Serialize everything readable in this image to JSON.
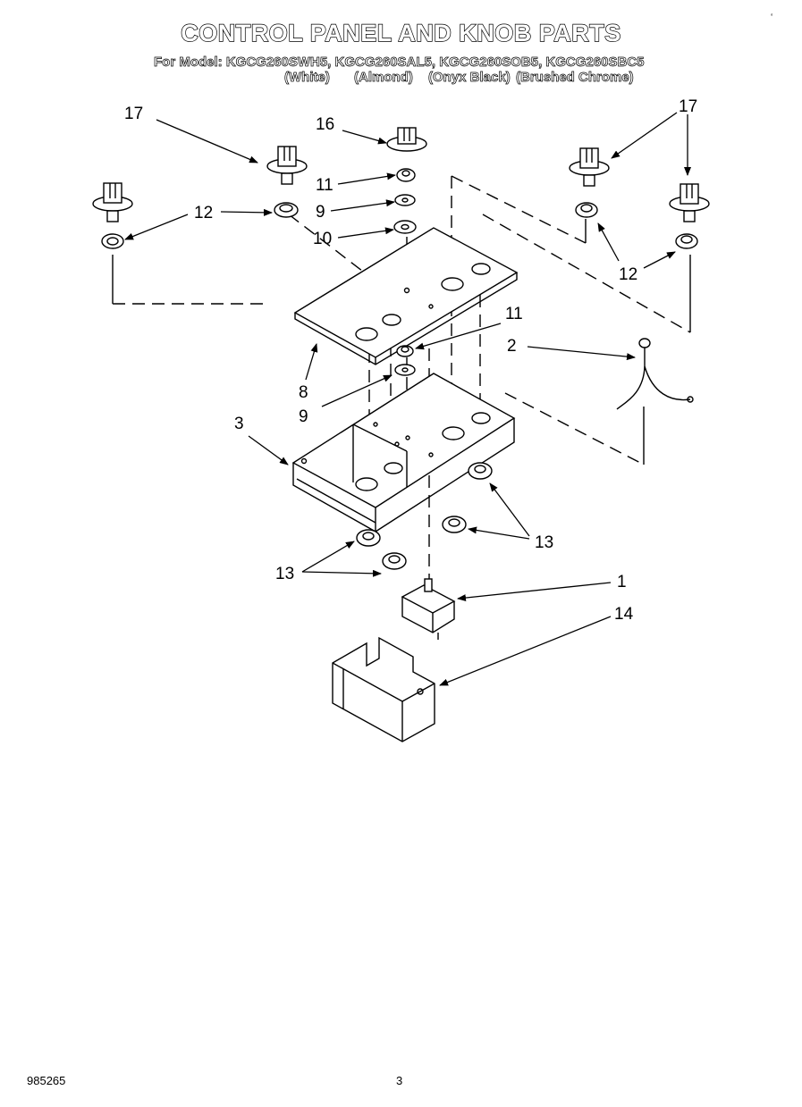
{
  "title": "CONTROL PANEL AND KNOB PARTS",
  "models_line": "For Model: KGCG260SWH5, KGCG260SAL5, KGCG260SOB5, KGCG260SBC5",
  "colors": [
    "(White)",
    "(Almond)",
    "(Onyx Black)",
    "(Brushed Chrome)"
  ],
  "corner_mark": "‘",
  "footer": {
    "code": "985265",
    "page": "3"
  },
  "callouts": {
    "c17a": "17",
    "c16": "16",
    "c17b": "17",
    "c11a": "11",
    "c9a": "9",
    "c10": "10",
    "c12a": "12",
    "c12b": "12",
    "c11b": "11",
    "c2": "2",
    "c8": "8",
    "c9b": "9",
    "c3": "3",
    "c13a": "13",
    "c13b": "13",
    "c1": "1",
    "c14": "14"
  }
}
